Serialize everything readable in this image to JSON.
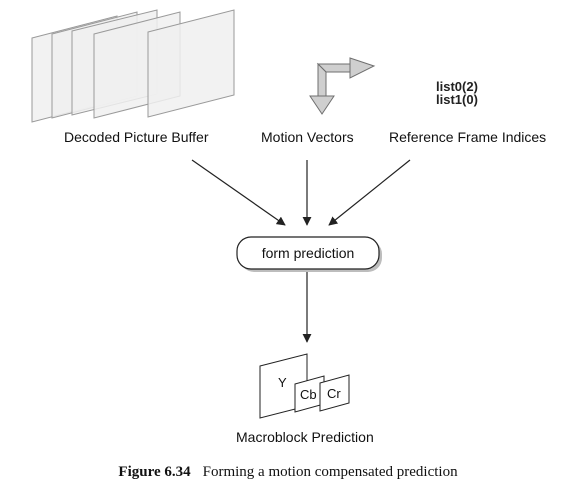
{
  "inputs": {
    "decoded_picture_buffer": "Decoded Picture Buffer",
    "motion_vectors": "Motion Vectors",
    "reference_frame_indices": "Reference Frame Indices"
  },
  "reference_indices": {
    "list0": "list0(2)",
    "list1": "list1(0)"
  },
  "process": {
    "label": "form prediction"
  },
  "output": {
    "label": "Macroblock Prediction",
    "components": {
      "y": "Y",
      "cb": "Cb",
      "cr": "Cr"
    }
  },
  "caption": {
    "number": "Figure 6.34",
    "text": "Forming a motion compensated prediction"
  },
  "colors": {
    "frame_fill": "#f0f0f0",
    "frame_stroke": "#9a9a9a",
    "vector_fill": "#cfcfcf",
    "vector_stroke": "#6f6f6f",
    "line": "#222222"
  }
}
